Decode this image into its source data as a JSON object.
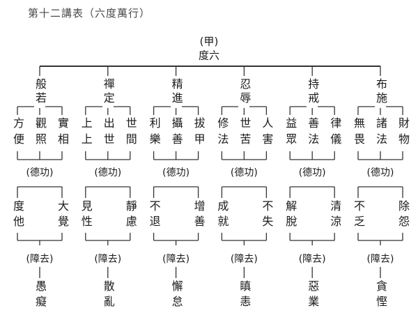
{
  "title": "第十二講表（六度萬行）",
  "root": {
    "marker": "(甲)",
    "label": "度六"
  },
  "labels": {
    "merit": "(德功)",
    "obstacle": "(障去)"
  },
  "columns": [
    {
      "name": "般若",
      "practices": [
        "方便",
        "觀照",
        "實相"
      ],
      "merits": [
        "度他",
        "大覺"
      ],
      "obstacle": "愚癡"
    },
    {
      "name": "禪定",
      "practices": [
        "上上",
        "出世",
        "世間"
      ],
      "merits": [
        "見性",
        "靜慮"
      ],
      "obstacle": "散亂"
    },
    {
      "name": "精進",
      "practices": [
        "利樂",
        "攝善",
        "拔甲"
      ],
      "merits": [
        "不退",
        "增善"
      ],
      "obstacle": "懈怠"
    },
    {
      "name": "忍辱",
      "practices": [
        "修法",
        "世苦",
        "人害"
      ],
      "merits": [
        "成就",
        "不失"
      ],
      "obstacle": "瞋恚"
    },
    {
      "name": "持戒",
      "practices": [
        "益眾",
        "善法",
        "律儀"
      ],
      "merits": [
        "解脫",
        "清涼"
      ],
      "obstacle": "惡業"
    },
    {
      "name": "布施",
      "practices": [
        "無畏",
        "諸法",
        "財物"
      ],
      "merits": [
        "不乏",
        "除怨"
      ],
      "obstacle": "貪慳"
    }
  ]
}
